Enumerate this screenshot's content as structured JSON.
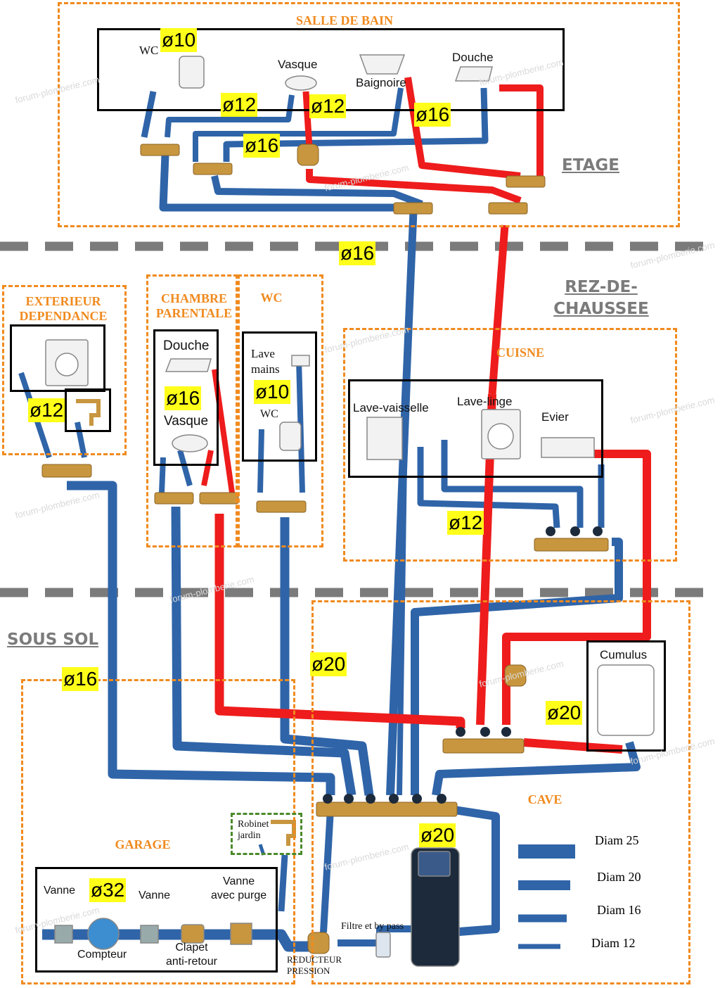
{
  "levels": {
    "etage": "ETAGE",
    "rdc": "REZ-DE-\nCHAUSSEE",
    "sous_sol": "SOUS SOL"
  },
  "zones": {
    "salle_de_bain": "SALLE DE BAIN",
    "exterieur": "EXTERIEUR\nDEPENDANCE",
    "chambre": "CHAMBRE\nPARENTALE",
    "wc": "WC",
    "cuisine": "CUISNE",
    "garage": "GARAGE",
    "cave": "CAVE"
  },
  "fixtures": {
    "wc_sdb": "WC",
    "vasque_sdb": "Vasque",
    "baignoire": "Baignoire",
    "douche_sdb": "Douche",
    "douche_ch": "Douche",
    "vasque_ch": "Vasque",
    "lave_mains": "Lave\nmains",
    "wc_rdc": "WC",
    "lave_vaisselle": "Lave-vaisselle",
    "lave_linge": "Lave-linge",
    "evier": "Evier",
    "cumulus": "Cumulus",
    "robinet_jardin": "Robinet\njardin",
    "vanne1": "Vanne",
    "compteur": "Compteur",
    "vanne2": "Vanne",
    "clapet": "Clapet\nanti-retour",
    "vanne_purge": "Vanne\navec purge",
    "filtre": "Filtre et by pass",
    "reducteur": "REDUCTEUR\nPRESSION"
  },
  "diameters": {
    "d1": "ø10",
    "d2": "ø12",
    "d3": "ø12",
    "d4": "ø16",
    "d5": "ø16",
    "d6": "ø16",
    "d7": "ø12",
    "d8": "ø16",
    "d9": "ø10",
    "d10": "ø12",
    "d11": "ø16",
    "d12": "ø20",
    "d13": "ø20",
    "d14": "ø20",
    "d15": "ø32"
  },
  "legend": [
    {
      "label": "Diam 25",
      "width": 25
    },
    {
      "label": "Diam 20",
      "width": 20
    },
    {
      "label": "Diam 16",
      "width": 16
    },
    {
      "label": "Diam 12",
      "width": 12
    }
  ],
  "watermark": "forum-plomberie.com",
  "colors": {
    "cold": "#2f64a8",
    "hot": "#ee1c1c",
    "zone": "#f08a1e",
    "label_bg": "#ffff1a",
    "brass": "#c8963e"
  }
}
